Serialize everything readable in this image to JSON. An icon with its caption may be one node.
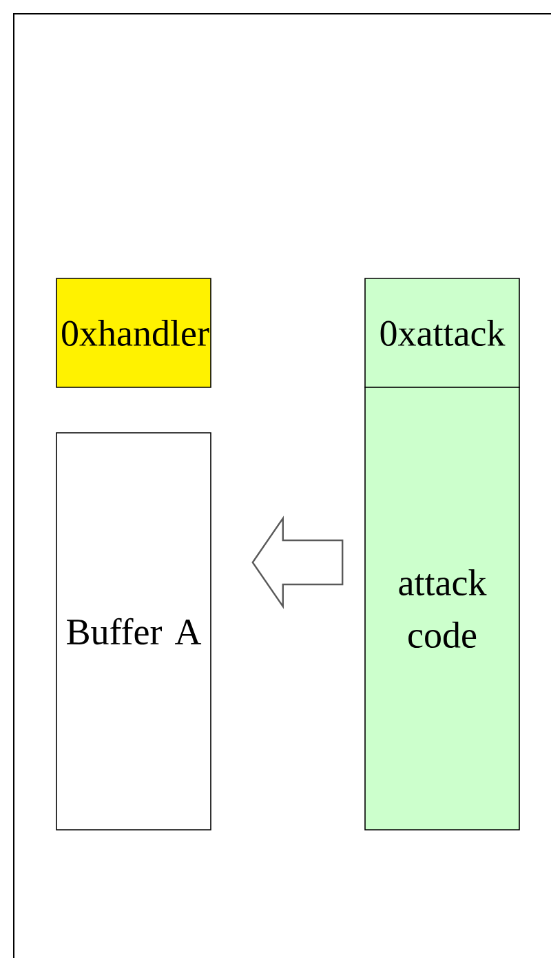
{
  "diagram": {
    "nodes": [
      {
        "text": [
          "0xhandler"
        ]
      },
      {
        "text": [
          "Buffer A"
        ]
      },
      {
        "text": [
          "0xattack"
        ]
      },
      {
        "text": [
          "attack code"
        ]
      }
    ],
    "edges": [
      {
        "from": 3,
        "to": 1,
        "arrow": "to"
      }
    ]
  }
}
